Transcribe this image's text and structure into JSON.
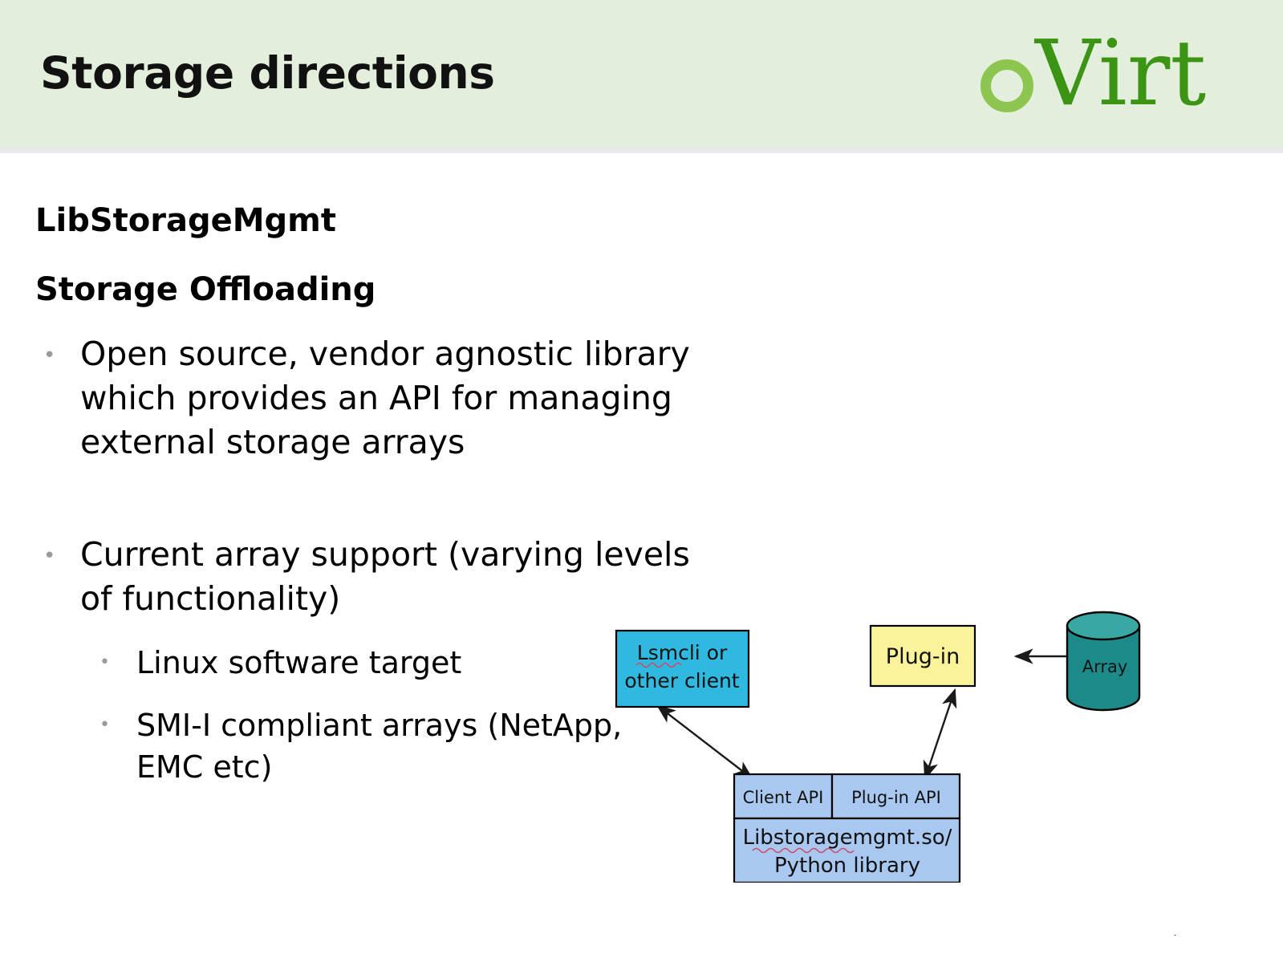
{
  "slide": {
    "title": "Storage directions",
    "header_bg": "#e4eedc",
    "page_bg": "#ffffff"
  },
  "logo": {
    "mark": "o",
    "wordmark": "Virt",
    "ring_color": "#8cc64f",
    "text_color": "#3c9414"
  },
  "body": {
    "headings": [
      {
        "text": "LibStorageMgmt"
      },
      {
        "text": "Storage Offloading"
      }
    ],
    "bullets": [
      {
        "level": 1,
        "marker": "•",
        "text": "Open source, vendor agnostic library which provides an API for managing external storage arrays"
      },
      {
        "level": 1,
        "marker": "•",
        "text": "Current array support (varying levels of functionality)"
      },
      {
        "level": 2,
        "marker": "•",
        "text": "Linux software target"
      },
      {
        "level": 2,
        "marker": "•",
        "text": "SMI-I compliant arrays (NetApp, EMC etc)"
      }
    ]
  },
  "diagram": {
    "nodes": {
      "client": {
        "line1": "Lsmcli or",
        "line2": "other client",
        "fill": "#2fb8e0",
        "stroke": "#000000",
        "misspelled_word": "Lsmcli"
      },
      "plugin": {
        "label": "Plug-in",
        "fill": "#faf39a",
        "stroke": "#000000"
      },
      "array": {
        "label": "Array",
        "body_fill": "#1d8a8a",
        "top_fill": "#3aa8a2",
        "stroke": "#000000"
      },
      "library": {
        "client_api": "Client API",
        "plugin_api": "Plug-in API",
        "lib_line1": "Libstoragemgmt.so/",
        "lib_line2": "Python library",
        "fill": "#a8c8f0",
        "stroke": "#000000",
        "misspelled_word": "Libstoragemgmt.so/"
      }
    },
    "edges": [
      {
        "from": "client",
        "to": "client-api",
        "style": "double-arrow"
      },
      {
        "from": "plugin-api",
        "to": "plugin",
        "style": "double-arrow"
      },
      {
        "from": "plugin",
        "to": "array",
        "style": "double-arrow"
      }
    ]
  },
  "footer": {
    "mark": "."
  }
}
